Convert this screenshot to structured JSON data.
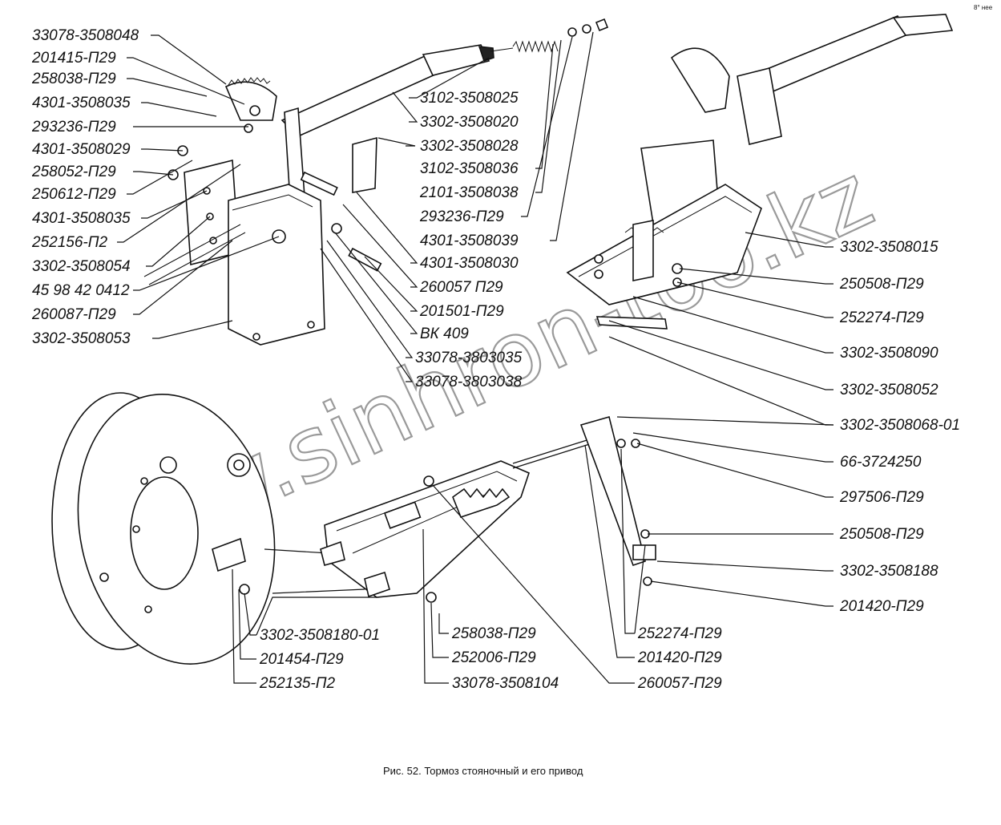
{
  "figure": {
    "caption": "Рис.  52. Тормоз стояночный и его привод",
    "corner_mark": "8° нее",
    "watermark": "www.sinhron-too.kz"
  },
  "labels": [
    "33078-3508048",
    "201415-П29",
    "258038-П29",
    "4301-3508035",
    "293236-П29",
    "4301-3508029",
    "258052-П29",
    "250612-П29",
    "4301-3508035",
    "252156-П2",
    "3302-3508054",
    "45 98 42 0412",
    "260087-П29",
    "3302-3508053",
    "3102-3508025",
    "3302-3508020",
    "3302-3508028",
    "3102-3508036",
    "2101-3508038",
    "293236-П29",
    "4301-3508039",
    "4301-3508030",
    "260057 П29",
    "201501-П29",
    "ВК 409",
    "33078-3803035",
    "33078-3803038",
    "3302-3508015",
    "250508-П29",
    "252274-П29",
    "3302-3508090",
    "3302-3508052",
    "3302-3508068-01",
    "66-3724250",
    "297506-П29",
    "250508-П29",
    "3302-3508188",
    "201420-П29",
    "3302-3508180-01",
    "201454-П29",
    "252135-П2",
    "258038-П29",
    "252006-П29",
    "33078-3508104",
    "252274-П29",
    "201420-П29",
    "260057-П29"
  ]
}
